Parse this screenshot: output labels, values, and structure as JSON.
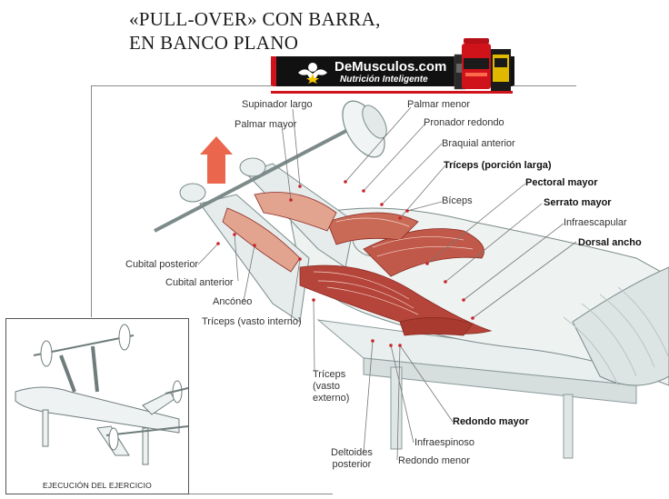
{
  "title": {
    "line1": "«PULL-OVER» CON BARRA,",
    "line2": "EN BANCO PLANO"
  },
  "brand": {
    "name": "DeMusculos.com",
    "tagline": "Nutrición Inteligente",
    "accent_color": "#d0121b",
    "logo_icon": "muscle-man-icon",
    "products_icon": "supplement-products-icon"
  },
  "labels": {
    "supinador_largo": "Supinador largo",
    "palmar_mayor": "Palmar mayor",
    "palmar_menor": "Palmar menor",
    "pronador_redondo": "Pronador redondo",
    "braquial_anterior": "Braquial anterior",
    "triceps_larga": "Tríceps (porción larga)",
    "pectoral_mayor": "Pectoral mayor",
    "biceps": "Bíceps",
    "serrato_mayor": "Serrato mayor",
    "infraescapular": "Infraescapular",
    "dorsal_ancho": "Dorsal ancho",
    "cubital_posterior": "Cubital posterior",
    "cubital_anterior": "Cubital anterior",
    "anconeo": "Ancóneo",
    "triceps_interno": "Tríceps (vasto interno)",
    "triceps_externo_1": "Tríceps",
    "triceps_externo_2": "(vasto",
    "triceps_externo_3": "externo)",
    "redondo_mayor": "Redondo mayor",
    "infraespinoso": "Infraespinoso",
    "deltoides_1": "Deltoides",
    "deltoides_2": "posterior",
    "redondo_menor": "Redondo menor"
  },
  "inset": {
    "caption": "EJECUCIÓN DEL EJERCICIO"
  },
  "colors": {
    "muscle": "#b5443a",
    "muscle_light": "#e2a38f",
    "arrow": "#e8553a",
    "leader_line": "#777777",
    "point": "#c8242a"
  }
}
